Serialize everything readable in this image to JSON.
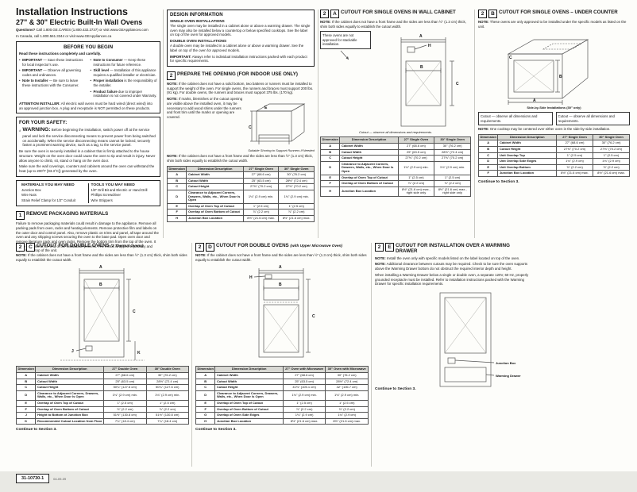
{
  "header": {
    "title": "Installation Instructions",
    "subtitle": "27\" & 30\" Electric Built-In Wall Ovens",
    "questions_lead": "Questions?",
    "questions1": " Call 1.800.GE.CARES (1.800.432.2737) or visit www.GEAppliances.com",
    "questions2": "In Canada, call 1.800.561.3344 or visit www.GEAppliances.ca"
  },
  "before": {
    "title": "BEFORE YOU BEGIN",
    "intro": "Read these instructions completely and carefully.",
    "left_items": [
      {
        "lead": "IMPORTANT",
        "text": " — Save these instructions for local inspector's use."
      },
      {
        "lead": "IMPORTANT",
        "text": " — Observe all governing codes and ordinances."
      },
      {
        "lead": "Note to Installer",
        "text": " — Be sure to leave these instructions with the Consumer."
      }
    ],
    "right_items": [
      {
        "lead": "Note to Consumer",
        "text": " — Keep these instructions for future reference."
      },
      {
        "lead": "Skill level",
        "text": " — Installation of this appliance requires a qualified installer or electrician."
      },
      {
        "lead": "Proper installation",
        "text": " is the responsibility of the installer."
      },
      {
        "lead": "Product failure",
        "text": " due to improper installation is not covered under Warranty."
      }
    ],
    "attention_lead": "ATTENTION INSTALLER:",
    "attention_text": " All electric wall ovens must be hard wired (direct wired) into an approved junction box. A plug and receptacle is NOT permitted on these products."
  },
  "safety": {
    "title": "FOR YOUR SAFETY:",
    "warning_word": "WARNING:",
    "warning_text": " Before beginning the installation, switch power off at the service panel and lock the service disconnecting means to prevent power from being switched on accidentally. When the service disconnecting means cannot be locked, securely fasten a prominent warning device, such as a tag, to the service panel.",
    "p2": "Be sure the oven is securely installed in a cabinet that is firmly attached to the house structure. Weight on the oven door could cause the oven to tip and result in injury. Never allow anyone to climb, sit, stand or hang on the oven door.",
    "p3": "Make sure the wall coverings, counters and cabinets around the oven can withstand the heat (up to 200°F [93.3°C]) generated by the oven."
  },
  "materials": {
    "title": "MATERIALS YOU MAY NEED",
    "items": [
      "Junction Box",
      "Wire Nuts",
      "Strain Relief Clamp for 1/2\" Conduit"
    ]
  },
  "tools": {
    "title": "TOOLS YOU MAY NEED",
    "items": [
      "1/8\" Drill Bit and Electric or Hand Drill",
      "Phillips Screwdriver",
      "Wire Strippers"
    ]
  },
  "s1": {
    "num": "1",
    "title": "REMOVE PACKAGING MATERIALS",
    "body": "Failure to remove packaging materials could result in damage to the appliance. Remove all packing pads from oven, racks and heating elements. Remove protective film and labels on the outer door and control panel. Also, remove plastic on trims and panel, all tape around the oven and any shipping screws securing the oven to the base pad. Open oven door and remove literature pack and oven racks. Remove the bottom trim from the top of the oven. It will be installed at the end of the installation process. The trim is wrapped separately and taped to the top of the unit."
  },
  "design": {
    "title": "DESIGN INFORMATION",
    "sub1": "SINGLE OVEN INSTALLATIONS",
    "p1": "The single oven may be installed in a cabinet alone or above a warming drawer. The single oven may also be installed below a countertop or below specified cooktops. See the label on top of the oven for approved models.",
    "sub2": "DOUBLE OVEN INSTALLATIONS",
    "p2": "A double oven may be installed in a cabinet alone or above a warming drawer. See the label on top of the oven for approved models.",
    "imp_lead": "IMPORTANT:",
    "imp_text": " Always refer to individual installation instructions packed with each product for specific requirements."
  },
  "s2": {
    "num": "2",
    "title": "PREPARE THE OPENING (FOR INDOOR USE ONLY)",
    "n1_lead": "NOTE:",
    "n1": " If the cabinet does not have a solid bottom, two battens or runners must be installed to support the weight of the oven. For single ovens, the runners and braces must support 200 lbs. (91 kg). For double ovens, the runners and braces must support 375 lbs. (170 kg).",
    "n2_lead": "NOTE:",
    "n2": " If marks, blemishes or the cutout opening are visible above the installed oven, it may be necessary to add wood shims under the runners and front trim until the marks or opening are covered.",
    "n3_lead": "NOTE:",
    "n3": " If the cabinet does not have a front frame and the sides are less than ½\" (1.3 cm) thick, shim both sides equally to establish the cutout width.",
    "diagram_caption": "Suitable Shoring to Support Runners If Needed",
    "labels": [
      "E",
      "C"
    ],
    "table": {
      "headers": [
        "Dimension",
        "Dimension Description",
        "27\" Single Oven",
        "30\" Single Oven"
      ],
      "rows": [
        [
          "A",
          "Cabinet Width",
          "27\" (68.6 cm)",
          "30\" (76.2 cm)"
        ],
        [
          "B",
          "Cutout Width",
          "25\" (63.5 cm)",
          "28½\" (72.4 cm)"
        ],
        [
          "C",
          "Cutout Height",
          "27⅝\" (70.2 cm)",
          "27⅝\" (70.2 cm)"
        ],
        [
          "D",
          "Clearance to Adjacent Corners, Drawers, Walls, etc., When Door Is Open",
          "1⅛\" (2.9 cm) min.",
          "1⅛\" (2.9 cm) min."
        ],
        [
          "E",
          "Overlap of Oven Top of Cutout",
          "1\" (2.5 cm)",
          "1\" (2.5 cm)"
        ],
        [
          "F",
          "Overlap of Oven Bottom of Cutout",
          "⅞\" (2.2 cm)",
          "⅞\" (2.2 cm)"
        ],
        [
          "H",
          "Junction Box Location",
          "8½\" (21.6 cm) max.",
          "8½\" (21.6 cm) max."
        ]
      ]
    }
  },
  "s2a": {
    "num": "2",
    "letter": "A",
    "title": "CUTOUT FOR SINGLE OVENS IN WALL CABINET",
    "note_lead": "NOTE:",
    "note": " If the cabinet does not have a front frame and the sides are less than ½\" (1.3 cm) thick, shim both sides equally to establish the cutout width.",
    "callout": "These ovens are not approved for stackable installation.",
    "caption": "Cutout — observe all dimensions and requirements.",
    "labels": [
      "A",
      "H",
      "B",
      "C"
    ],
    "table": {
      "headers": [
        "Dimension",
        "Dimension Description",
        "27\" Single Oven",
        "30\" Single Oven"
      ],
      "rows": [
        [
          "A",
          "Cabinet Width",
          "27\" (68.6 cm)",
          "30\" (76.2 cm)"
        ],
        [
          "B",
          "Cutout Width",
          "25\" (63.5 cm)",
          "28½\" (72.4 cm)"
        ],
        [
          "C",
          "Cutout Height",
          "27⅝\" (70.2 cm)",
          "27⅝\" (70.2 cm)"
        ],
        [
          "D",
          "Clearance to Adjacent Corners, Drawers, Walls, etc., When Door Is Open",
          "1⅛\" (2.9 cm) min.",
          "1⅛\" (2.9 cm) min."
        ],
        [
          "E",
          "Overlap of Oven Top of Cutout",
          "1\" (2.5 cm)",
          "1\" (2.5 cm)"
        ],
        [
          "F",
          "Overlap of Oven Bottom of Cutout",
          "⅞\" (2.2 cm)",
          "⅞\" (2.2 cm)"
        ],
        [
          "H",
          "Junction Box Location",
          "8½\" (21.6 cm) max., right side only",
          "8½\" (21.6 cm) max., right side only"
        ]
      ]
    }
  },
  "s2b": {
    "num": "2",
    "letter": "B",
    "title": "CUTOUT FOR SINGLE OVENS – UNDER COUNTER",
    "note_lead": "NOTE:",
    "note": " These ovens are only approved to be installed under the specific models as listed on the unit.",
    "side_label": "Side-by-Side Installations (30\" only)",
    "cutout_caption": "Cutout — observe all dimensions and requirements.",
    "note2_lead": "NOTE:",
    "note2": " One cooktop may be centered over either oven in the side-by-side installation.",
    "labels": [
      "A",
      "B",
      "C"
    ],
    "table": {
      "headers": [
        "Dimension",
        "Dimension Description",
        "27\" Single Oven",
        "30\" Single Oven"
      ],
      "rows": [
        [
          "A",
          "Cabinet Width",
          "27\" (68.6 cm)",
          "30\" (76.2 cm)"
        ],
        [
          "B",
          "Cutout Height",
          "27⅝\" (70.2 cm)",
          "27⅝\" (70.2 cm)"
        ],
        [
          "C",
          "Unit Overlap Top",
          "1\" (2.5 cm)",
          "1\" (2.5 cm)"
        ],
        [
          "D",
          "Unit Overlap Side Edges",
          "1⅛\" (2.9 cm)",
          "1⅛\" (2.9 cm)"
        ],
        [
          "E",
          "Unit Overlap Bottom",
          "⅞\" (2.2 cm)",
          "⅞\" (2.2 cm)"
        ],
        [
          "F",
          "Junction Box Location",
          "8½\" (21.6 cm) max.",
          "8½\" (21.6 cm) max."
        ]
      ]
    }
  },
  "s2c": {
    "num": "2",
    "letter": "C",
    "title": "CUTOUT FOR DOUBLE OVENS",
    "sub": "(2 Thermal Ovens)",
    "note_lead": "NOTE:",
    "note": " If the cabinet does not have a front frame and the sides are less than ½\" (1.3 cm) thick, shim both sides equally to establish the cutout width.",
    "labels": [
      "A",
      "B",
      "C",
      "J",
      "K"
    ],
    "table": {
      "headers": [
        "Dimension",
        "Dimension Description",
        "27\" Double Oven",
        "30\" Double Oven"
      ],
      "rows": [
        [
          "A",
          "Cabinet Width",
          "27\" (68.6 cm)",
          "30\" (76.2 cm)"
        ],
        [
          "B",
          "Cutout Width",
          "25\" (63.5 cm)",
          "28½\" (72.4 cm)"
        ],
        [
          "C",
          "Cutout Height",
          "50¼\" (127.6 cm)",
          "50¼\" (127.6 cm)"
        ],
        [
          "D",
          "Clearance to Adjacent Corners, Drawers, Walls, etc., When Door Is Open",
          "1⅛\" (2.9 cm) min.",
          "1⅛\" (2.9 cm) min."
        ],
        [
          "E",
          "Overlap of Oven Top of Cutout",
          "1\" (2.5 cm)",
          "1\" (2.5 cm)"
        ],
        [
          "F",
          "Overlap of Oven Bottom of Cutout",
          "⅞\" (2.2 cm)",
          "⅞\" (2.2 cm)"
        ],
        [
          "J",
          "Height to Bottom of Junction Box",
          "51½\" (130.8 cm)",
          "51½\" (130.8 cm)"
        ],
        [
          "K",
          "Recommended Cutout Location from Floor",
          "7¼\" (18.4 cm)",
          "7¼\" (18.4 cm)"
        ]
      ]
    }
  },
  "s2d": {
    "num": "2",
    "letter": "D",
    "title": "CUTOUT FOR DOUBLE OVENS",
    "sub": "(with Upper Microwave Oven)",
    "note_lead": "NOTE:",
    "note": " If the cabinet does not have a front frame and the sides are less than ½\" (1.3 cm) thick, shim both sides equally to establish the cutout width.",
    "labels": [
      "A",
      "B",
      "C",
      "H"
    ],
    "table": {
      "headers": [
        "Dimension",
        "Dimension Description",
        "27\" Oven with Microwave",
        "30\" Oven with Microwave"
      ],
      "rows": [
        [
          "A",
          "Cabinet Width",
          "27\" (68.6 cm)",
          "30\" (76.2 cm)"
        ],
        [
          "B",
          "Cutout Width",
          "25\" (63.5 cm)",
          "28½\" (72.4 cm)"
        ],
        [
          "C",
          "Cutout Height",
          "41⅜\" (105.1 cm)",
          "42\" (106.7 cm)"
        ],
        [
          "D",
          "Clearance to Adjacent Corners, Drawers, Walls, etc., When Door Is Open",
          "1⅛\" (2.9 cm) min.",
          "1⅛\" (2.9 cm) min."
        ],
        [
          "E",
          "Overlap of Oven Top of Cutout",
          "1\" (2.5 cm)",
          "1\" (2.5 cm)"
        ],
        [
          "F",
          "Overlap of Oven Bottom of Cutout",
          "⅞\" (2.2 cm)",
          "⅞\" (2.2 cm)"
        ],
        [
          "G",
          "Overlap of Oven Side Edges",
          "1⅛\" (2.9 cm)",
          "1⅛\" (2.9 cm)"
        ],
        [
          "H",
          "Junction Box Location",
          "8½\" (21.6 cm) max.",
          "8½\" (21.6 cm) max."
        ]
      ]
    }
  },
  "s2e": {
    "num": "2",
    "letter": "E",
    "title": "CUTOUT FOR INSTALLATION OVER A WARMING DRAWER",
    "n1_lead": "NOTE:",
    "n1": " Install the oven only with specific models listed on the label located on top of the oven.",
    "n2_lead": "NOTE:",
    "n2": " Additional clearance between cutouts may be required. Check to be sure the oven supports above the Warming Drawer bottom do not obstruct the required interior depth and height.",
    "p": "When installing a Warming Drawer below a single or double oven, a separate 120V, 60 Hz, properly grounded receptacle must be installed. Refer to installation instructions packed with the Warming Drawer for specific installation requirements.",
    "labels": [
      "Junction Box",
      "Warming Drawer"
    ]
  },
  "misc": {
    "continue": "Continue to Section 3."
  },
  "footer": {
    "part_number": "31-10730-1",
    "date": "04-09-09"
  }
}
